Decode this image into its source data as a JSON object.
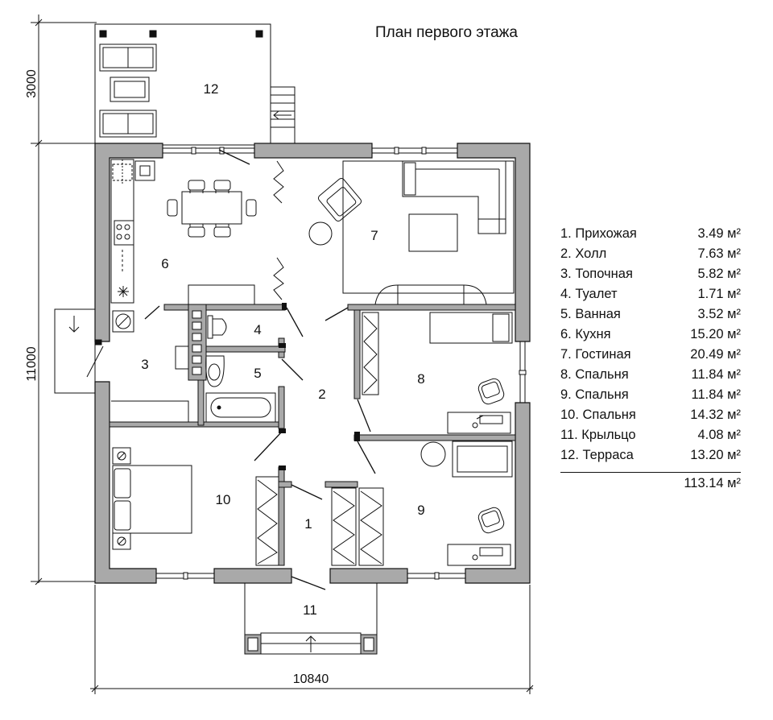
{
  "title": "План первого этажа",
  "dimensions": {
    "top_depth": "3000",
    "height": "11000",
    "width": "10840"
  },
  "room_numbers": [
    "1",
    "2",
    "3",
    "4",
    "5",
    "6",
    "7",
    "8",
    "9",
    "10",
    "11",
    "12"
  ],
  "rooms": [
    {
      "name": "1. Прихожая",
      "area": "3.49 м²"
    },
    {
      "name": "2. Холл",
      "area": "7.63 м²"
    },
    {
      "name": "3. Топочная",
      "area": "5.82 м²"
    },
    {
      "name": "4. Туалет",
      "area": "1.71 м²"
    },
    {
      "name": "5. Ванная",
      "area": "3.52 м²"
    },
    {
      "name": "6. Кухня",
      "area": "15.20 м²"
    },
    {
      "name": "7. Гостиная",
      "area": "20.49 м²"
    },
    {
      "name": "8. Спальня",
      "area": "11.84 м²"
    },
    {
      "name": "9. Спальня",
      "area": "11.84 м²"
    },
    {
      "name": "10. Спальня",
      "area": "14.32 м²"
    },
    {
      "name": "11. Крыльцо",
      "area": "4.08 м²"
    },
    {
      "name": "12. Терраса",
      "area": "13.20 м²"
    }
  ],
  "total_area": "113.14 м²",
  "colors": {
    "wall": "#a9a9a9",
    "line": "#111111",
    "background": "#ffffff"
  }
}
